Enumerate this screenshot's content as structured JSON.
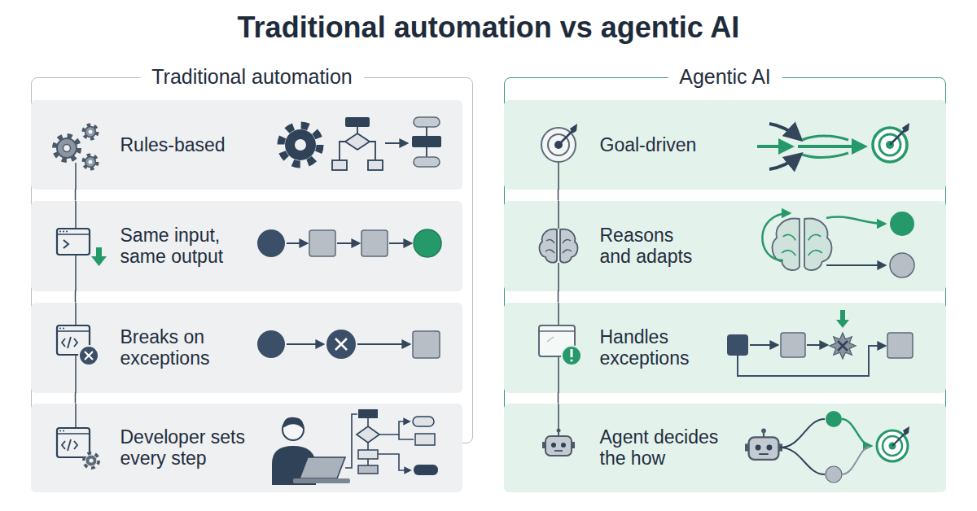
{
  "diagram": {
    "title": "Traditional automation vs agentic AI",
    "nodes": [
      {
        "text": [
          "Traditional automation"
        ]
      },
      {
        "text": [
          "Rules-based"
        ],
        "in": 0
      },
      {
        "text": [
          "Same input, same output"
        ],
        "in": 0
      },
      {
        "text": [
          "Breaks on exceptions"
        ],
        "in": 0
      },
      {
        "text": [
          "Developer sets every step"
        ],
        "in": 0
      },
      {
        "text": [
          "Agentic AI"
        ]
      },
      {
        "text": [
          "Goal-driven"
        ],
        "in": 5
      },
      {
        "text": [
          "Reasons and adapts"
        ],
        "in": 5
      },
      {
        "text": [
          "Handles exceptions"
        ],
        "in": 5
      },
      {
        "text": [
          "Agent decides the how"
        ],
        "in": 5
      }
    ],
    "edges": [
      {
        "from": 1,
        "to": 2,
        "arrow": "none"
      },
      {
        "from": 2,
        "to": 3,
        "arrow": "none"
      },
      {
        "from": 3,
        "to": 4,
        "arrow": "none"
      },
      {
        "from": 6,
        "to": 7,
        "arrow": "none"
      },
      {
        "from": 7,
        "to": 8,
        "arrow": "none"
      },
      {
        "from": 8,
        "to": 9,
        "arrow": "none"
      }
    ]
  }
}
